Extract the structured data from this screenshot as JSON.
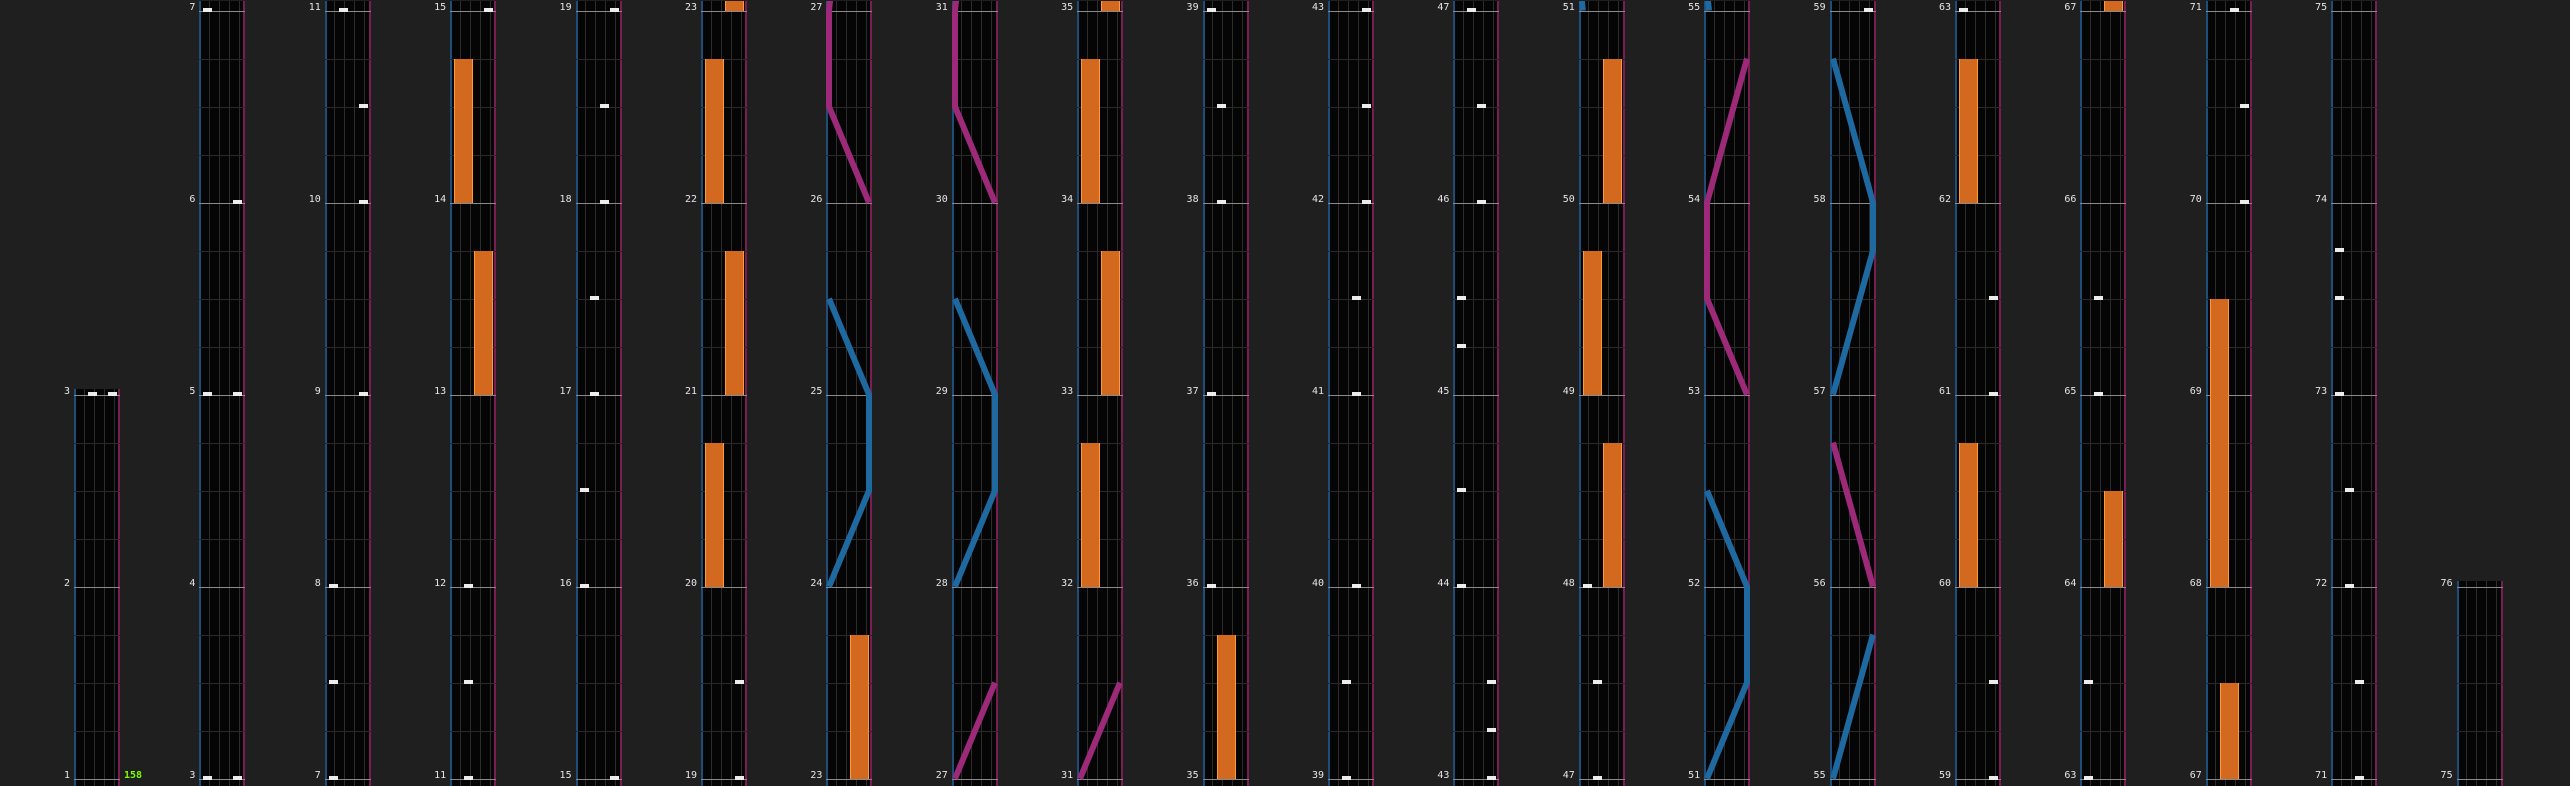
{
  "colors": {
    "background": "#1f1f1f",
    "lane_bg": "#050505",
    "laser_left": "#1e6aa0",
    "laser_right": "#9c2a78",
    "long_note": "#d2691e",
    "note": "#ececec",
    "combo": "#7cfc00"
  },
  "combo_count": "158",
  "columns": [
    {
      "measures": [
        1,
        2,
        3
      ],
      "chips": [
        {
          "m": 3,
          "lane": 1,
          "pos": 0
        },
        {
          "m": 3,
          "lane": 3,
          "pos": 0
        }
      ],
      "longs": [],
      "lasers": []
    },
    {
      "measures": [
        3,
        4,
        5,
        6,
        7
      ],
      "chips": [
        {
          "m": 3,
          "lane": 0,
          "pos": 0
        },
        {
          "m": 3,
          "lane": 3,
          "pos": 0
        },
        {
          "m": 5,
          "lane": 0,
          "pos": 0
        },
        {
          "m": 5,
          "lane": 3,
          "pos": 0
        },
        {
          "m": 6,
          "lane": 3,
          "pos": 0
        },
        {
          "m": 7,
          "lane": 0,
          "pos": 0
        }
      ],
      "longs": [],
      "lasers": []
    },
    {
      "measures": [
        7,
        8,
        9,
        10,
        11
      ],
      "chips": [
        {
          "m": 7,
          "lane": 0,
          "pos": 0
        },
        {
          "m": 7,
          "lane": 0,
          "pos": 0.5
        },
        {
          "m": 8,
          "lane": 0,
          "pos": 0
        },
        {
          "m": 9,
          "lane": 3,
          "pos": 0
        },
        {
          "m": 10,
          "lane": 3,
          "pos": 0.5
        },
        {
          "m": 10,
          "lane": 3,
          "pos": 0
        },
        {
          "m": 11,
          "lane": 1,
          "pos": 0
        }
      ],
      "longs": [],
      "lasers": []
    },
    {
      "measures": [
        11,
        12,
        13,
        14,
        15
      ],
      "chips": [
        {
          "m": 11,
          "lane": 1,
          "pos": 0
        },
        {
          "m": 11,
          "lane": 1,
          "pos": 0.5
        },
        {
          "m": 12,
          "lane": 1,
          "pos": 0
        },
        {
          "m": 15,
          "lane": 3,
          "pos": 0
        }
      ],
      "longs": [
        {
          "lane": 2,
          "from": 13,
          "to": 13.75
        },
        {
          "lane": 0,
          "from": 14,
          "to": 14.75
        }
      ],
      "lasers": []
    },
    {
      "measures": [
        15,
        16,
        17,
        18,
        19
      ],
      "chips": [
        {
          "m": 15,
          "lane": 3,
          "pos": 0
        },
        {
          "m": 16,
          "lane": 0,
          "pos": 0
        },
        {
          "m": 16,
          "lane": 0,
          "pos": 0.5
        },
        {
          "m": 17,
          "lane": 1,
          "pos": 0
        },
        {
          "m": 17,
          "lane": 1,
          "pos": 0.5
        },
        {
          "m": 18,
          "lane": 2,
          "pos": 0
        },
        {
          "m": 18,
          "lane": 2,
          "pos": 0.5
        },
        {
          "m": 19,
          "lane": 3,
          "pos": 0
        }
      ],
      "longs": [],
      "lasers": []
    },
    {
      "measures": [
        19,
        20,
        21,
        22,
        23
      ],
      "chips": [
        {
          "m": 19,
          "lane": 3,
          "pos": 0
        },
        {
          "m": 19,
          "lane": 3,
          "pos": 0.5
        }
      ],
      "longs": [
        {
          "lane": 0,
          "from": 20,
          "to": 20.75
        },
        {
          "lane": 2,
          "from": 21,
          "to": 21.75
        },
        {
          "lane": 0,
          "from": 22,
          "to": 22.75
        },
        {
          "lane": 2,
          "from": 23,
          "to": 23.1
        }
      ],
      "lasers": []
    },
    {
      "measures": [
        23,
        24,
        25,
        26,
        27
      ],
      "chips": [],
      "longs": [
        {
          "lane": 2,
          "from": 23,
          "to": 23.75
        }
      ],
      "lasers": [
        {
          "side": "left",
          "pts": [
            [
              24,
              0
            ],
            [
              24.5,
              1
            ],
            [
              25,
              1
            ],
            [
              25.5,
              0
            ]
          ]
        },
        {
          "side": "right",
          "pts": [
            [
              26,
              1
            ],
            [
              26.5,
              0
            ],
            [
              27,
              0
            ],
            [
              27.1,
              0.05
            ]
          ]
        }
      ]
    },
    {
      "measures": [
        27,
        28,
        29,
        30,
        31
      ],
      "chips": [],
      "longs": [],
      "lasers": [
        {
          "side": "right",
          "pts": [
            [
              27,
              0
            ],
            [
              27.5,
              1
            ]
          ]
        },
        {
          "side": "left",
          "pts": [
            [
              28,
              0
            ],
            [
              28.5,
              1
            ],
            [
              29,
              1
            ],
            [
              29.5,
              0
            ]
          ]
        },
        {
          "side": "right",
          "pts": [
            [
              30,
              1
            ],
            [
              30.5,
              0
            ],
            [
              31,
              0
            ],
            [
              31.1,
              0.05
            ]
          ]
        }
      ]
    },
    {
      "measures": [
        31,
        32,
        33,
        34,
        35
      ],
      "chips": [],
      "longs": [
        {
          "lane": 0,
          "from": 32,
          "to": 32.75
        },
        {
          "lane": 2,
          "from": 33,
          "to": 33.75
        },
        {
          "lane": 0,
          "from": 34,
          "to": 34.75
        },
        {
          "lane": 2,
          "from": 35,
          "to": 35.1
        }
      ],
      "lasers": [
        {
          "side": "right",
          "pts": [
            [
              31,
              0
            ],
            [
              31.5,
              1
            ]
          ]
        }
      ]
    },
    {
      "measures": [
        35,
        36,
        37,
        38,
        39
      ],
      "chips": [
        {
          "m": 36,
          "lane": 0,
          "pos": 0
        },
        {
          "m": 37,
          "lane": 0,
          "pos": 0
        },
        {
          "m": 38,
          "lane": 1,
          "pos": 0
        },
        {
          "m": 38,
          "lane": 1,
          "pos": 0.5
        },
        {
          "m": 39,
          "lane": 0,
          "pos": 0
        }
      ],
      "longs": [
        {
          "lane": 1,
          "from": 35,
          "to": 35.75
        }
      ],
      "lasers": []
    },
    {
      "measures": [
        39,
        40,
        41,
        42,
        43
      ],
      "chips": [
        {
          "m": 39,
          "lane": 1,
          "pos": 0
        },
        {
          "m": 39,
          "lane": 1,
          "pos": 0.5
        },
        {
          "m": 40,
          "lane": 2,
          "pos": 0
        },
        {
          "m": 41,
          "lane": 2,
          "pos": 0
        },
        {
          "m": 41,
          "lane": 2,
          "pos": 0.5
        },
        {
          "m": 42,
          "lane": 3,
          "pos": 0
        },
        {
          "m": 42,
          "lane": 3,
          "pos": 0.5
        },
        {
          "m": 43,
          "lane": 3,
          "pos": 0
        }
      ],
      "longs": [],
      "lasers": []
    },
    {
      "measures": [
        43,
        44,
        45,
        46,
        47
      ],
      "chips": [
        {
          "m": 43,
          "lane": 3,
          "pos": 0
        },
        {
          "m": 43,
          "lane": 3,
          "pos": 0.25
        },
        {
          "m": 43,
          "lane": 3,
          "pos": 0.5
        },
        {
          "m": 44,
          "lane": 0,
          "pos": 0
        },
        {
          "m": 44,
          "lane": 0,
          "pos": 0.5
        },
        {
          "m": 45,
          "lane": 0,
          "pos": 0.25
        },
        {
          "m": 45,
          "lane": 0,
          "pos": 0.5
        },
        {
          "m": 46,
          "lane": 2,
          "pos": 0
        },
        {
          "m": 46,
          "lane": 2,
          "pos": 0.5
        },
        {
          "m": 47,
          "lane": 1,
          "pos": 0
        }
      ],
      "longs": [],
      "lasers": []
    },
    {
      "measures": [
        47,
        48,
        49,
        50,
        51
      ],
      "chips": [
        {
          "m": 47,
          "lane": 1,
          "pos": 0
        },
        {
          "m": 47,
          "lane": 1,
          "pos": 0.5
        },
        {
          "m": 48,
          "lane": 0,
          "pos": 0
        }
      ],
      "longs": [
        {
          "lane": 2,
          "from": 48,
          "to": 48.75
        },
        {
          "lane": 0,
          "from": 49,
          "to": 49.75
        },
        {
          "lane": 2,
          "from": 50,
          "to": 50.75
        }
      ],
      "lasers": [
        {
          "side": "left",
          "pts": [
            [
              51,
              0.02
            ],
            [
              51.05,
              0
            ]
          ]
        }
      ]
    },
    {
      "measures": [
        51,
        52,
        53,
        54,
        55
      ],
      "chips": [],
      "longs": [],
      "lasers": [
        {
          "side": "left",
          "pts": [
            [
              51,
              0
            ],
            [
              51.5,
              1
            ],
            [
              52,
              1
            ],
            [
              52.5,
              0
            ]
          ]
        },
        {
          "side": "right",
          "pts": [
            [
              53,
              1
            ],
            [
              53.5,
              0
            ],
            [
              54,
              0
            ],
            [
              54.75,
              1
            ]
          ]
        },
        {
          "side": "left",
          "pts": [
            [
              55,
              0.05
            ],
            [
              55.1,
              0
            ]
          ]
        }
      ]
    },
    {
      "measures": [
        55,
        56,
        57,
        58,
        59
      ],
      "chips": [
        {
          "m": 59,
          "lane": 3,
          "pos": 0
        }
      ],
      "longs": [],
      "lasers": [
        {
          "side": "left",
          "pts": [
            [
              55,
              0
            ],
            [
              55.75,
              1
            ]
          ]
        },
        {
          "side": "right",
          "pts": [
            [
              56,
              1
            ],
            [
              56.75,
              0
            ]
          ]
        },
        {
          "side": "left",
          "pts": [
            [
              57,
              0
            ],
            [
              57.75,
              1
            ],
            [
              58,
              1
            ],
            [
              58.75,
              0
            ]
          ]
        }
      ]
    },
    {
      "measures": [
        59,
        60,
        61,
        62,
        63
      ],
      "chips": [
        {
          "m": 59,
          "lane": 3,
          "pos": 0
        },
        {
          "m": 59,
          "lane": 3,
          "pos": 0.5
        },
        {
          "m": 61,
          "lane": 3,
          "pos": 0
        },
        {
          "m": 61,
          "lane": 3,
          "pos": 0.5
        },
        {
          "m": 63,
          "lane": 0,
          "pos": 0
        }
      ],
      "longs": [
        {
          "lane": 0,
          "from": 60,
          "to": 60.75
        },
        {
          "lane": 0,
          "from": 62,
          "to": 62.75
        }
      ],
      "lasers": []
    },
    {
      "measures": [
        63,
        64,
        65,
        66,
        67
      ],
      "chips": [
        {
          "m": 63,
          "lane": 0,
          "pos": 0
        },
        {
          "m": 63,
          "lane": 0,
          "pos": 0.5
        },
        {
          "m": 65,
          "lane": 1,
          "pos": 0
        },
        {
          "m": 65,
          "lane": 1,
          "pos": 0.5
        }
      ],
      "longs": [
        {
          "lane": 2,
          "from": 64,
          "to": 64.5
        },
        {
          "lane": 2,
          "from": 67,
          "to": 67.1
        }
      ],
      "lasers": []
    },
    {
      "measures": [
        67,
        68,
        69,
        70,
        71
      ],
      "chips": [
        {
          "m": 70,
          "lane": 3,
          "pos": 0
        },
        {
          "m": 70,
          "lane": 3,
          "pos": 0.5
        },
        {
          "m": 71,
          "lane": 2,
          "pos": 0
        }
      ],
      "longs": [
        {
          "lane": 1,
          "from": 67,
          "to": 67.5
        },
        {
          "lane": 0,
          "from": 68,
          "to": 69.5
        }
      ],
      "lasers": []
    },
    {
      "measures": [
        71,
        72,
        73,
        74,
        75
      ],
      "chips": [
        {
          "m": 71,
          "lane": 2,
          "pos": 0
        },
        {
          "m": 71,
          "lane": 2,
          "pos": 0.5
        },
        {
          "m": 72,
          "lane": 1,
          "pos": 0
        },
        {
          "m": 72,
          "lane": 1,
          "pos": 0.5
        },
        {
          "m": 73,
          "lane": 0,
          "pos": 0
        },
        {
          "m": 73,
          "lane": 0,
          "pos": 0.5
        },
        {
          "m": 73,
          "lane": 0,
          "pos": 0.75
        }
      ],
      "longs": [],
      "lasers": []
    },
    {
      "measures": [
        75,
        76
      ],
      "chips": [],
      "longs": [],
      "lasers": []
    }
  ]
}
